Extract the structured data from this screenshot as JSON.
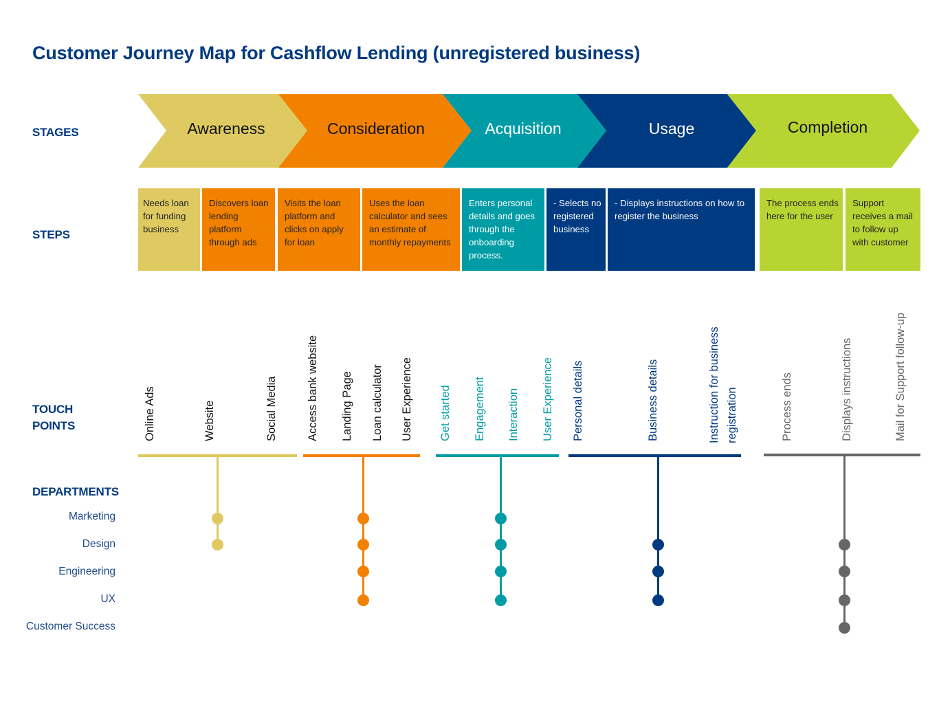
{
  "title": "Customer Journey Map for Cashflow Lending (unregistered business)",
  "row_labels": {
    "stages": "STAGES",
    "steps": "STEPS",
    "touch_points_line1": "TOUCH",
    "touch_points_line2": "POINTS",
    "departments": "DEPARTMENTS"
  },
  "colors": {
    "awareness": "#dfca62",
    "consideration": "#f28100",
    "acquisition": "#009ca6",
    "usage": "#003a80",
    "completion": "#b8d433",
    "completion_line": "#666666",
    "heading": "#003a80"
  },
  "stages": [
    {
      "label": "Awareness",
      "color": "#dfca62",
      "text_color": "#111111"
    },
    {
      "label": "Consideration",
      "color": "#f28100",
      "text_color": "#111111"
    },
    {
      "label": "Acquisition",
      "color": "#009ca6",
      "text_color": "#ffffff"
    },
    {
      "label": "Usage",
      "color": "#003a80",
      "text_color": "#ffffff"
    },
    {
      "label": "Completion",
      "color": "#b8d433",
      "text_color": "#111111"
    }
  ],
  "steps": [
    {
      "stage": "Awareness",
      "text": "Needs loan for funding business"
    },
    {
      "stage": "Consideration",
      "text": "Discovers loan lending platform through ads"
    },
    {
      "stage": "Consideration",
      "text": "Visits the loan platform and clicks on apply for loan"
    },
    {
      "stage": "Consideration",
      "text": "Uses the loan calculator and sees an estimate of monthly repayments"
    },
    {
      "stage": "Acquisition",
      "text": "Enters personal details and goes through the onboarding process."
    },
    {
      "stage": "Usage",
      "text": "- Selects no registered business"
    },
    {
      "stage": "Usage",
      "text": "- Displays instructions on how to register the business"
    },
    {
      "stage": "Completion",
      "text": "The process ends here for the user"
    },
    {
      "stage": "Completion",
      "text": "Support receives a mail to follow up with customer"
    }
  ],
  "touch_points": [
    {
      "stage": "Awareness",
      "items": [
        "Online Ads",
        "Website",
        "Social Media"
      ]
    },
    {
      "stage": "Consideration",
      "items": [
        "Access bank website",
        "Landing Page",
        "Loan calculator",
        "User Experience"
      ]
    },
    {
      "stage": "Acquisition",
      "items": [
        "Get started",
        "Engagement",
        "Interaction",
        "User Experience"
      ]
    },
    {
      "stage": "Usage",
      "items": [
        "Personal details",
        "Business details",
        "Instruction for business registration"
      ]
    },
    {
      "stage": "Completion",
      "items": [
        "Process ends",
        "Displays instructions",
        "Mail for Support follow-up"
      ]
    }
  ],
  "departments": [
    "Marketing",
    "Design",
    "Engineering",
    "UX",
    "Customer Success"
  ],
  "department_involvement": [
    {
      "stage": "Awareness",
      "departments": [
        "Marketing",
        "Design"
      ]
    },
    {
      "stage": "Consideration",
      "departments": [
        "Marketing",
        "Design",
        "Engineering",
        "UX"
      ]
    },
    {
      "stage": "Acquisition",
      "departments": [
        "Marketing",
        "Design",
        "Engineering",
        "UX"
      ]
    },
    {
      "stage": "Usage",
      "departments": [
        "Design",
        "Engineering",
        "UX"
      ]
    },
    {
      "stage": "Completion",
      "departments": [
        "Design",
        "Engineering",
        "UX",
        "Customer Success"
      ]
    }
  ]
}
